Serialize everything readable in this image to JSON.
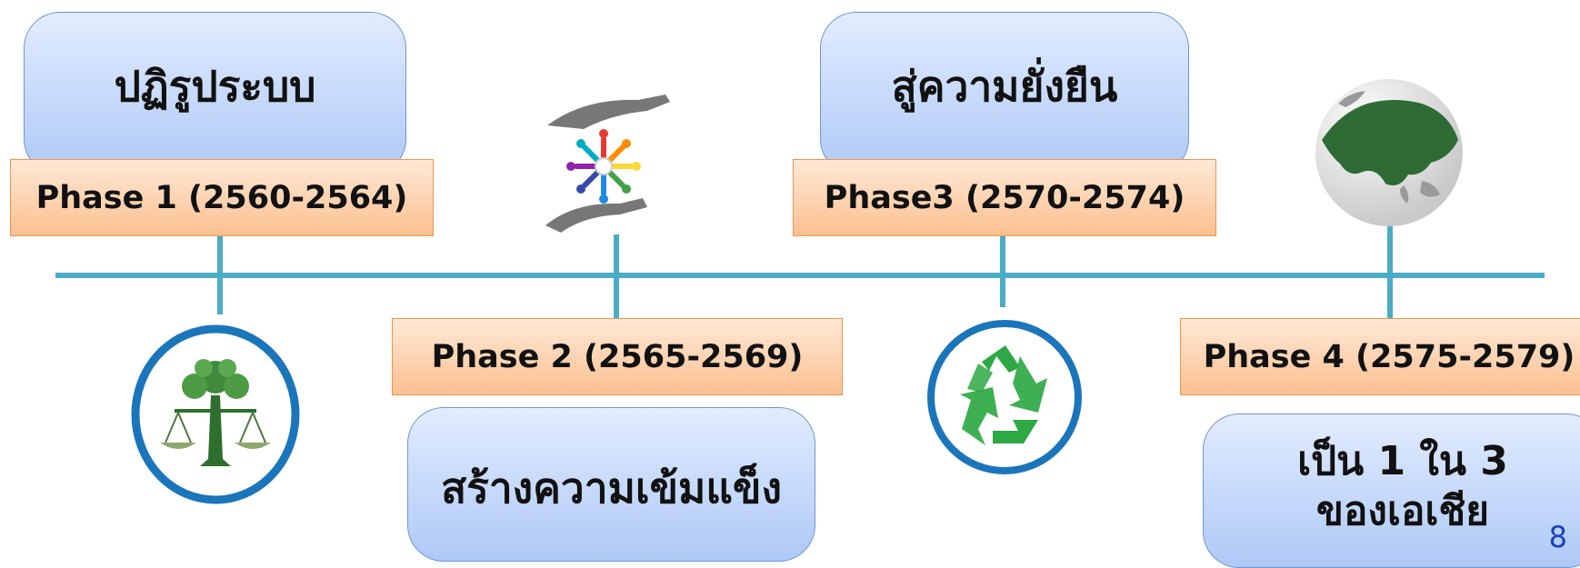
{
  "phases": [
    {
      "label": "Phase 1 (2560-2564)",
      "goal": "ปฏิรูประบบ"
    },
    {
      "label": "Phase 2 (2565-2569)",
      "goal": "สร้างความเข้มแข็ง"
    },
    {
      "label": "Phase3 (2570-2574)",
      "goal": "สู่ความยั่งยืน"
    },
    {
      "label": "Phase 4 (2575-2579)",
      "goal_line1": "เป็น 1 ใน 3",
      "goal_line2": "ของเอเชีย"
    }
  ],
  "icons": [
    "justice-tree-icon",
    "unity-hands-icon",
    "recycle-icon",
    "asia-globe-icon"
  ],
  "colors": {
    "timeline": "#4bacc6",
    "phase_fill": "#fbc091",
    "goal_fill": "#aec9f6",
    "page_number": "#1f3fbf"
  },
  "page_number": "8"
}
